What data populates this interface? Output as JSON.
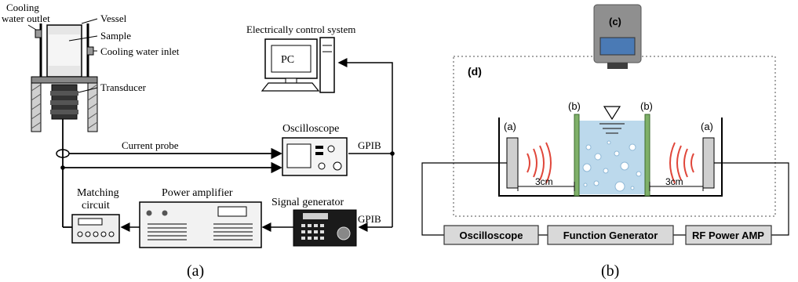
{
  "panel_a": {
    "caption": "(a)",
    "labels": {
      "cooling_water_outlet_1": "Cooling",
      "cooling_water_outlet_2": "water outlet",
      "vessel": "Vessel",
      "sample": "Sample",
      "cooling_water_inlet": "Cooling water inlet",
      "transducer": "Transducer",
      "control_system": "Electrically control system",
      "pc": "PC",
      "oscilloscope": "Oscilloscope",
      "current_probe": "Current probe",
      "gpib_top": "GPIB",
      "gpib_bottom": "GPIB",
      "matching_circuit_1": "Matching",
      "matching_circuit_2": "circuit",
      "power_amplifier": "Power amplifier",
      "signal_generator": "Signal generator"
    }
  },
  "panel_b": {
    "caption": "(b)",
    "labels": {
      "camera": "(c)",
      "region": "(d)",
      "transducer_left": "(a)",
      "transducer_right": "(a)",
      "wall_left": "(b)",
      "wall_right": "(b)",
      "distance_left": "3cm",
      "distance_right": "3cm",
      "oscilloscope": "Oscilloscope",
      "function_generator": "Function Generator",
      "rf_power_amp": "RF Power AMP"
    },
    "colors": {
      "water": "#bcd9ec",
      "bubble": "#ffffff",
      "wall": "#7fb069",
      "wave": "#e0463a",
      "camera_lens": "#4a7ab5",
      "box_fill": "#d9d9d9"
    }
  }
}
